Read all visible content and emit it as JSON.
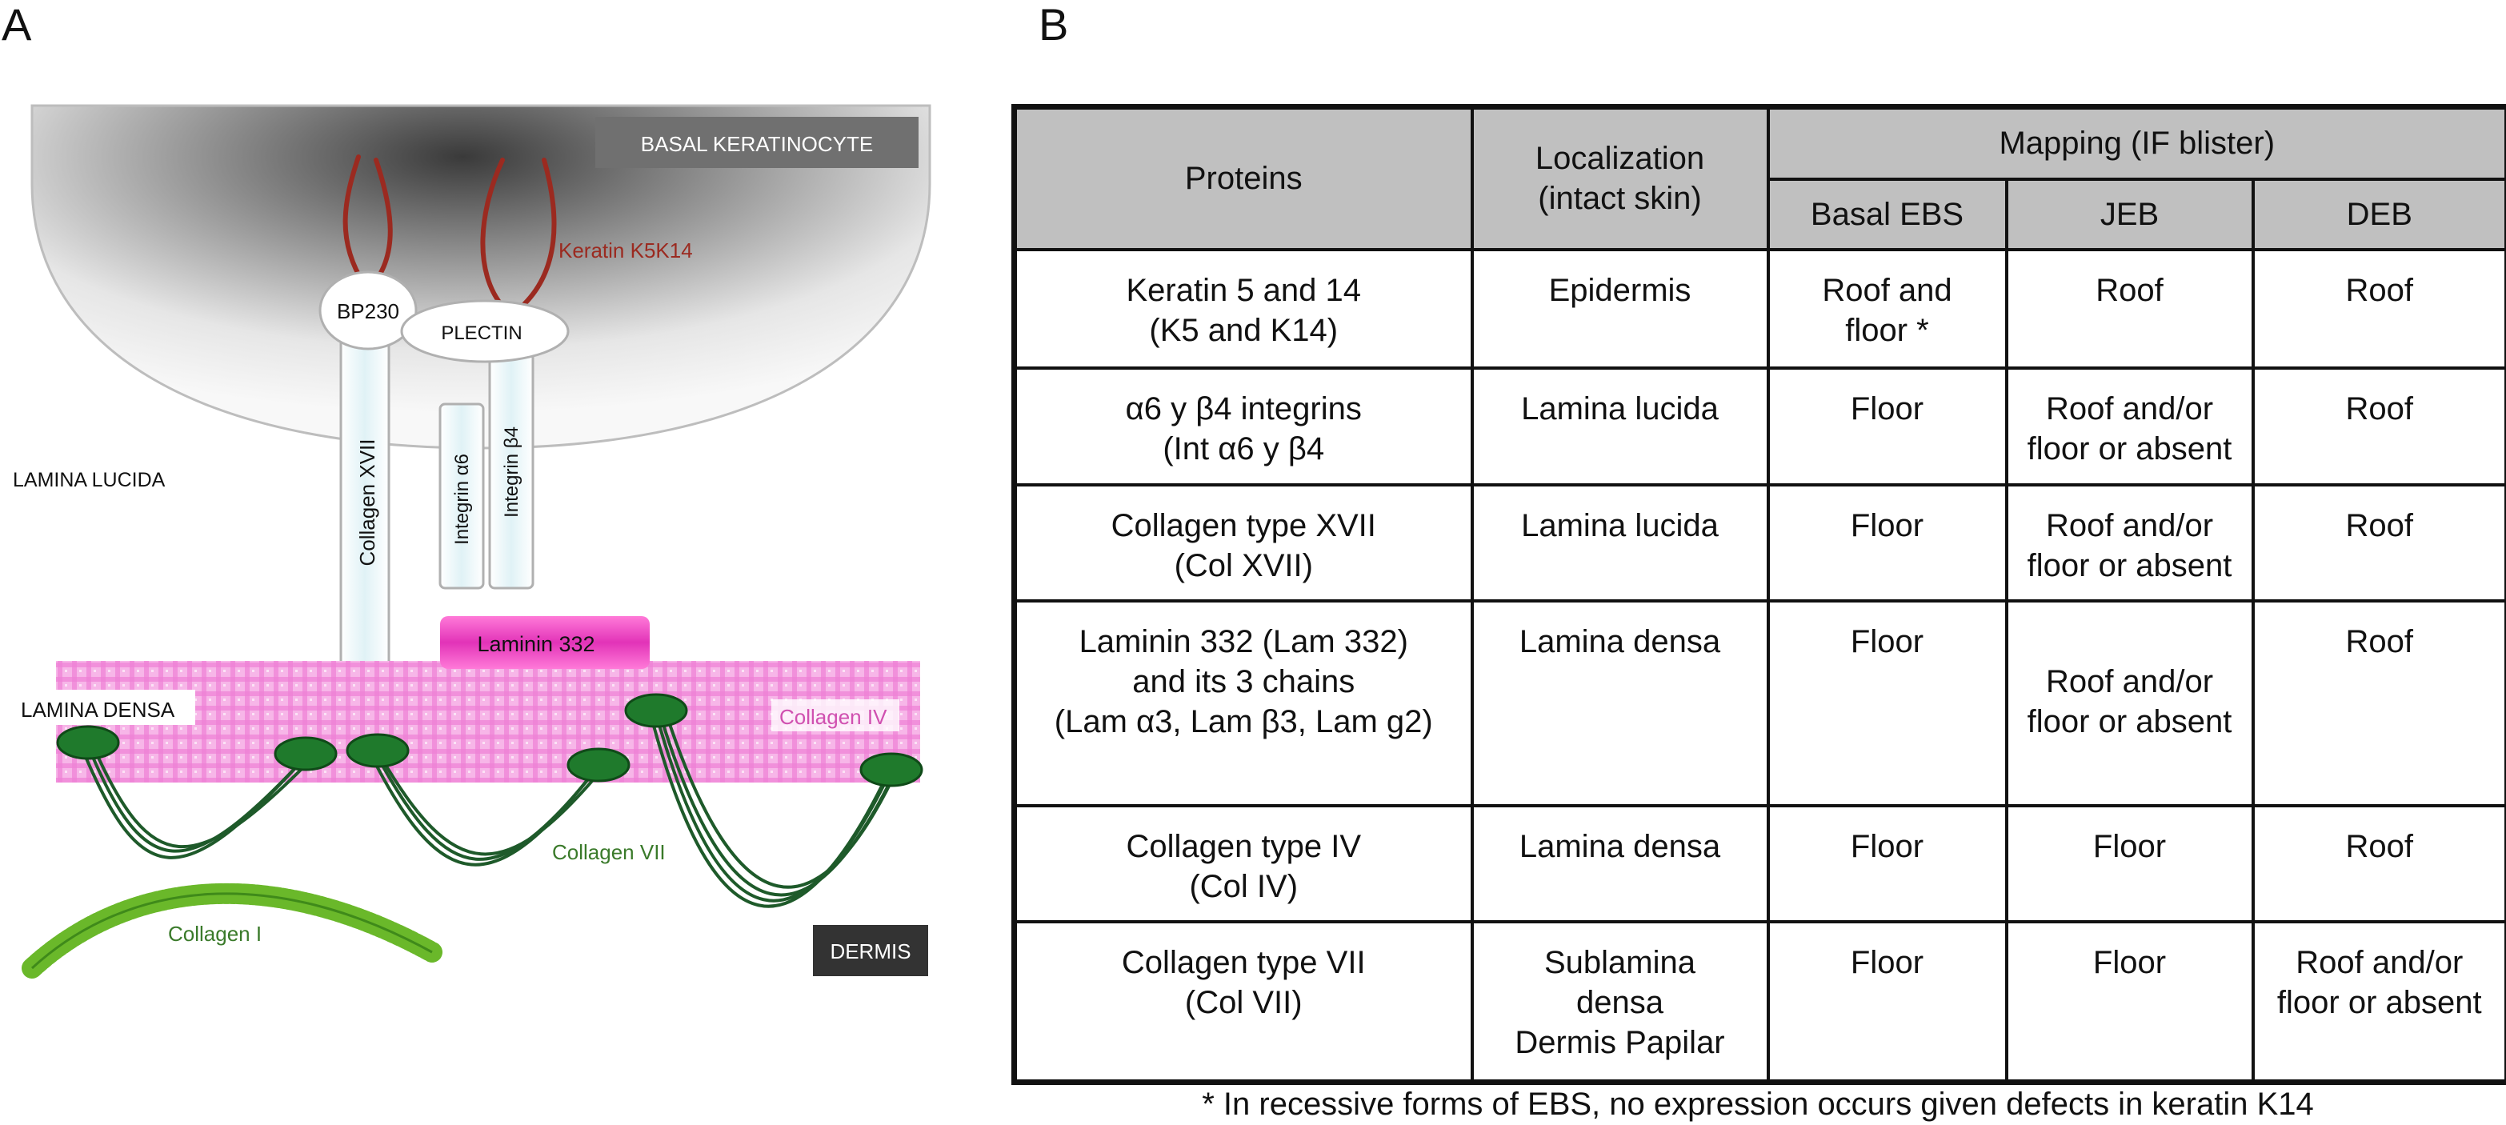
{
  "panel_a": {
    "letter": "A",
    "labels": {
      "basal_keratinocyte": "BASAL KERATINOCYTE",
      "keratin": "Keratin K5K14",
      "bp230": "BP230",
      "plectin": "PLECTIN",
      "lamina_lucida": "LAMINA LUCIDA",
      "collagen_xvii": "Collagen XVII",
      "integrin_a6": "Integrin α6",
      "integrin_b4": "Integrin β4",
      "laminin_332": "Laminin 332",
      "lamina_densa": "LAMINA DENSA",
      "collagen_iv": "Collagen IV",
      "collagen_vii": "Collagen VII",
      "collagen_i": "Collagen I",
      "dermis": "DERMIS"
    },
    "colors": {
      "keratin": "#9b2a20",
      "laminin": "#e040b8",
      "collagen_iv_label": "#d050b0",
      "collagen_green": "#1e5a2a",
      "collagen_label_green": "#3a7a2a",
      "collagen_i": "#6ab82a",
      "box_gray": "#707070"
    }
  },
  "panel_b": {
    "letter": "B",
    "headers": {
      "proteins": "Proteins",
      "localization_1": "Localization",
      "localization_2": "(intact skin)",
      "mapping": "Mapping (IF blister)",
      "basal_ebs": "Basal EBS",
      "jeb": "JEB",
      "deb": "DEB"
    },
    "rows": [
      {
        "protein": [
          "Keratin 5 and 14",
          "(K5 and K14)"
        ],
        "localization": [
          "Epidermis"
        ],
        "ebs": [
          "Roof and",
          "floor *"
        ],
        "jeb": [
          "Roof"
        ],
        "deb": [
          "Roof"
        ]
      },
      {
        "protein": [
          "α6 y β4 integrins",
          "(Int α6 y β4"
        ],
        "localization": [
          "Lamina lucida"
        ],
        "ebs": [
          "Floor"
        ],
        "jeb": [
          "Roof and/or",
          "floor or absent"
        ],
        "deb": [
          "Roof"
        ]
      },
      {
        "protein": [
          "Collagen type XVII",
          "(Col XVII)"
        ],
        "localization": [
          "Lamina lucida"
        ],
        "ebs": [
          "Floor"
        ],
        "jeb": [
          "Roof and/or",
          "floor or absent"
        ],
        "deb": [
          "Roof"
        ]
      },
      {
        "protein": [
          "Laminin 332 (Lam 332)",
          "and its 3 chains",
          "(Lam α3, Lam β3, Lam g2)"
        ],
        "localization": [
          "Lamina densa"
        ],
        "ebs": [
          "Floor"
        ],
        "jeb": [
          "",
          "Roof and/or",
          "floor or absent"
        ],
        "deb": [
          "Roof"
        ]
      },
      {
        "protein": [
          "Collagen type IV",
          "(Col IV)"
        ],
        "localization": [
          "Lamina densa"
        ],
        "ebs": [
          "Floor"
        ],
        "jeb": [
          "Floor"
        ],
        "deb": [
          "Roof"
        ]
      },
      {
        "protein": [
          "Collagen type VII",
          "(Col VII)"
        ],
        "localization": [
          "Sublamina",
          "densa",
          "Dermis Papilar"
        ],
        "ebs": [
          "Floor"
        ],
        "jeb": [
          "Floor"
        ],
        "deb": [
          "Roof and/or",
          "floor or absent"
        ]
      }
    ],
    "footnote": "* In recessive forms of EBS, no expression occurs given defects in keratin K14"
  }
}
